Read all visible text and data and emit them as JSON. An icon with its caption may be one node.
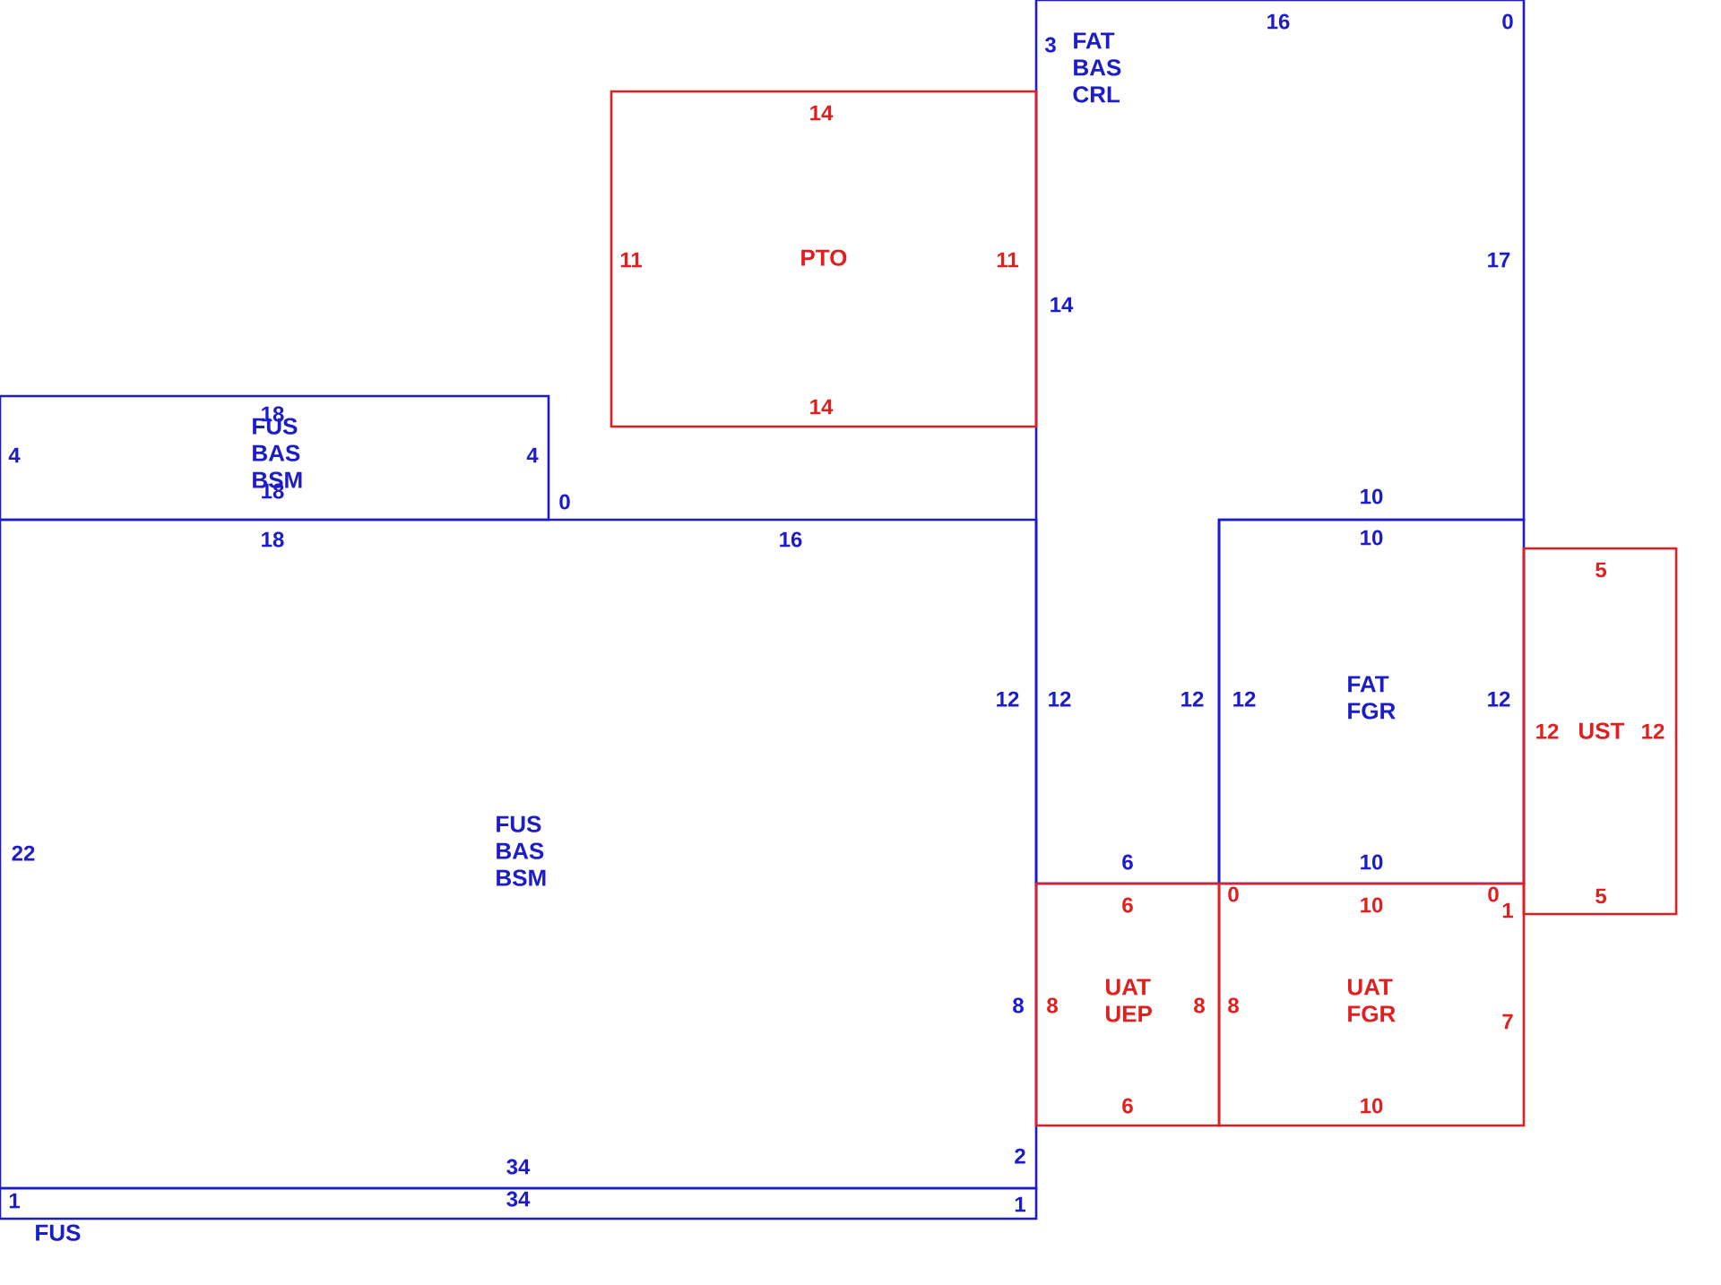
{
  "diagram": {
    "nodes": [
      {
        "text": [
          "FAT BAS CRL",
          "16",
          "0",
          "3",
          "17",
          "14",
          "10",
          "12",
          "12",
          "6"
        ]
      },
      {
        "text": [
          "14",
          "11",
          "PTO",
          "11",
          "14"
        ]
      },
      {
        "text": [
          "18",
          "4",
          "FUS BAS BSM",
          "4",
          "18",
          "0"
        ]
      },
      {
        "text": [
          "FUS BAS BSM",
          "18",
          "16",
          "12",
          "22",
          "8",
          "2",
          "34"
        ]
      },
      {
        "text": [
          "FUS",
          "1",
          "34",
          "1"
        ]
      },
      {
        "text": [
          "10",
          "12",
          "FAT FGR",
          "12",
          "10"
        ]
      },
      {
        "text": [
          "5",
          "12",
          "UST",
          "12",
          "5"
        ]
      },
      {
        "text": [
          "6",
          "8",
          "UAT UEP",
          "8",
          "6"
        ]
      },
      {
        "text": [
          "UAT FGR",
          "0",
          "0",
          "1",
          "10",
          "8",
          "7",
          "10"
        ]
      }
    ]
  }
}
